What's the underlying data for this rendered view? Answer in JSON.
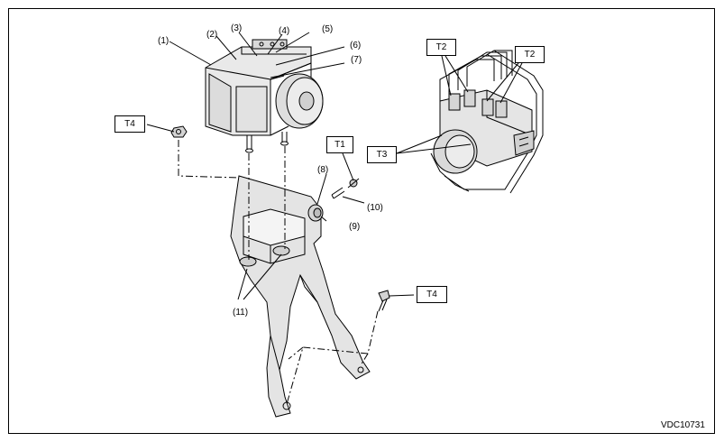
{
  "callouts": {
    "c1": "(1)",
    "c2": "(2)",
    "c3": "(3)",
    "c4": "(4)",
    "c5": "(5)",
    "c6": "(6)",
    "c7": "(7)",
    "c8": "(8)",
    "c9": "(9)",
    "c10": "(10)",
    "c11": "(11)"
  },
  "torque_tags": {
    "t1": "T1",
    "t2_left": "T2",
    "t2_right": "T2",
    "t3": "T3",
    "t4_left": "T4",
    "t4_right": "T4"
  },
  "document_code": "VDC10731"
}
